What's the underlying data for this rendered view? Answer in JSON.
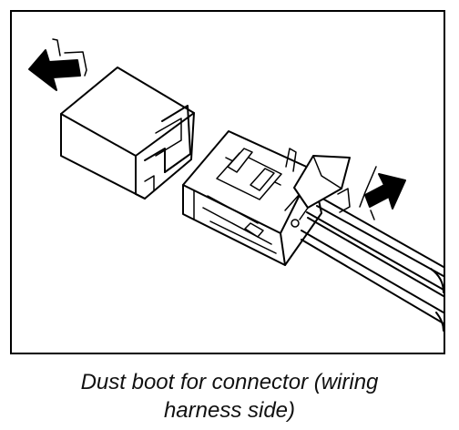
{
  "caption": {
    "line1": "Dust boot for connector (wiring",
    "line2": "harness side)"
  },
  "colors": {
    "line": "#000000",
    "background": "#ffffff"
  },
  "figure": {
    "parts": [
      "dust-boot",
      "connector-housing",
      "wiring-harness",
      "lock-tab"
    ],
    "arrows": [
      "arrow-remove-icon",
      "arrow-press-icon"
    ]
  }
}
